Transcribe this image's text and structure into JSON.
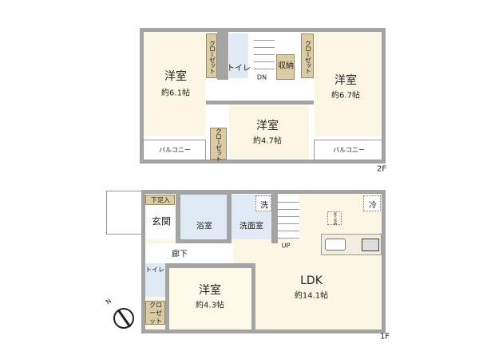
{
  "floor2": {
    "label": "2F",
    "room_west": {
      "name": "洋室",
      "size": "約6.1帖"
    },
    "room_east": {
      "name": "洋室",
      "size": "約6.7帖"
    },
    "room_south": {
      "name": "洋室",
      "size": "約4.7帖"
    },
    "closet": "クローゼット",
    "toilet": "トイレ",
    "storage": "収納",
    "balcony": "バルコニー",
    "stairs": "DN"
  },
  "floor1": {
    "label": "1F",
    "shoe": "下足入",
    "entrance": "玄関",
    "bath": "浴室",
    "washroom": "洗面室",
    "washer": "洗",
    "fridge": "冷",
    "underfloor": "床下収納",
    "hall": "廊下",
    "toilet": "トイレ",
    "closet": "クローゼット",
    "room": {
      "name": "洋室",
      "size": "約4.3帖"
    },
    "ldk": {
      "name": "LDK",
      "size": "約14.1帖"
    },
    "stairs": "UP"
  },
  "compass": "N"
}
